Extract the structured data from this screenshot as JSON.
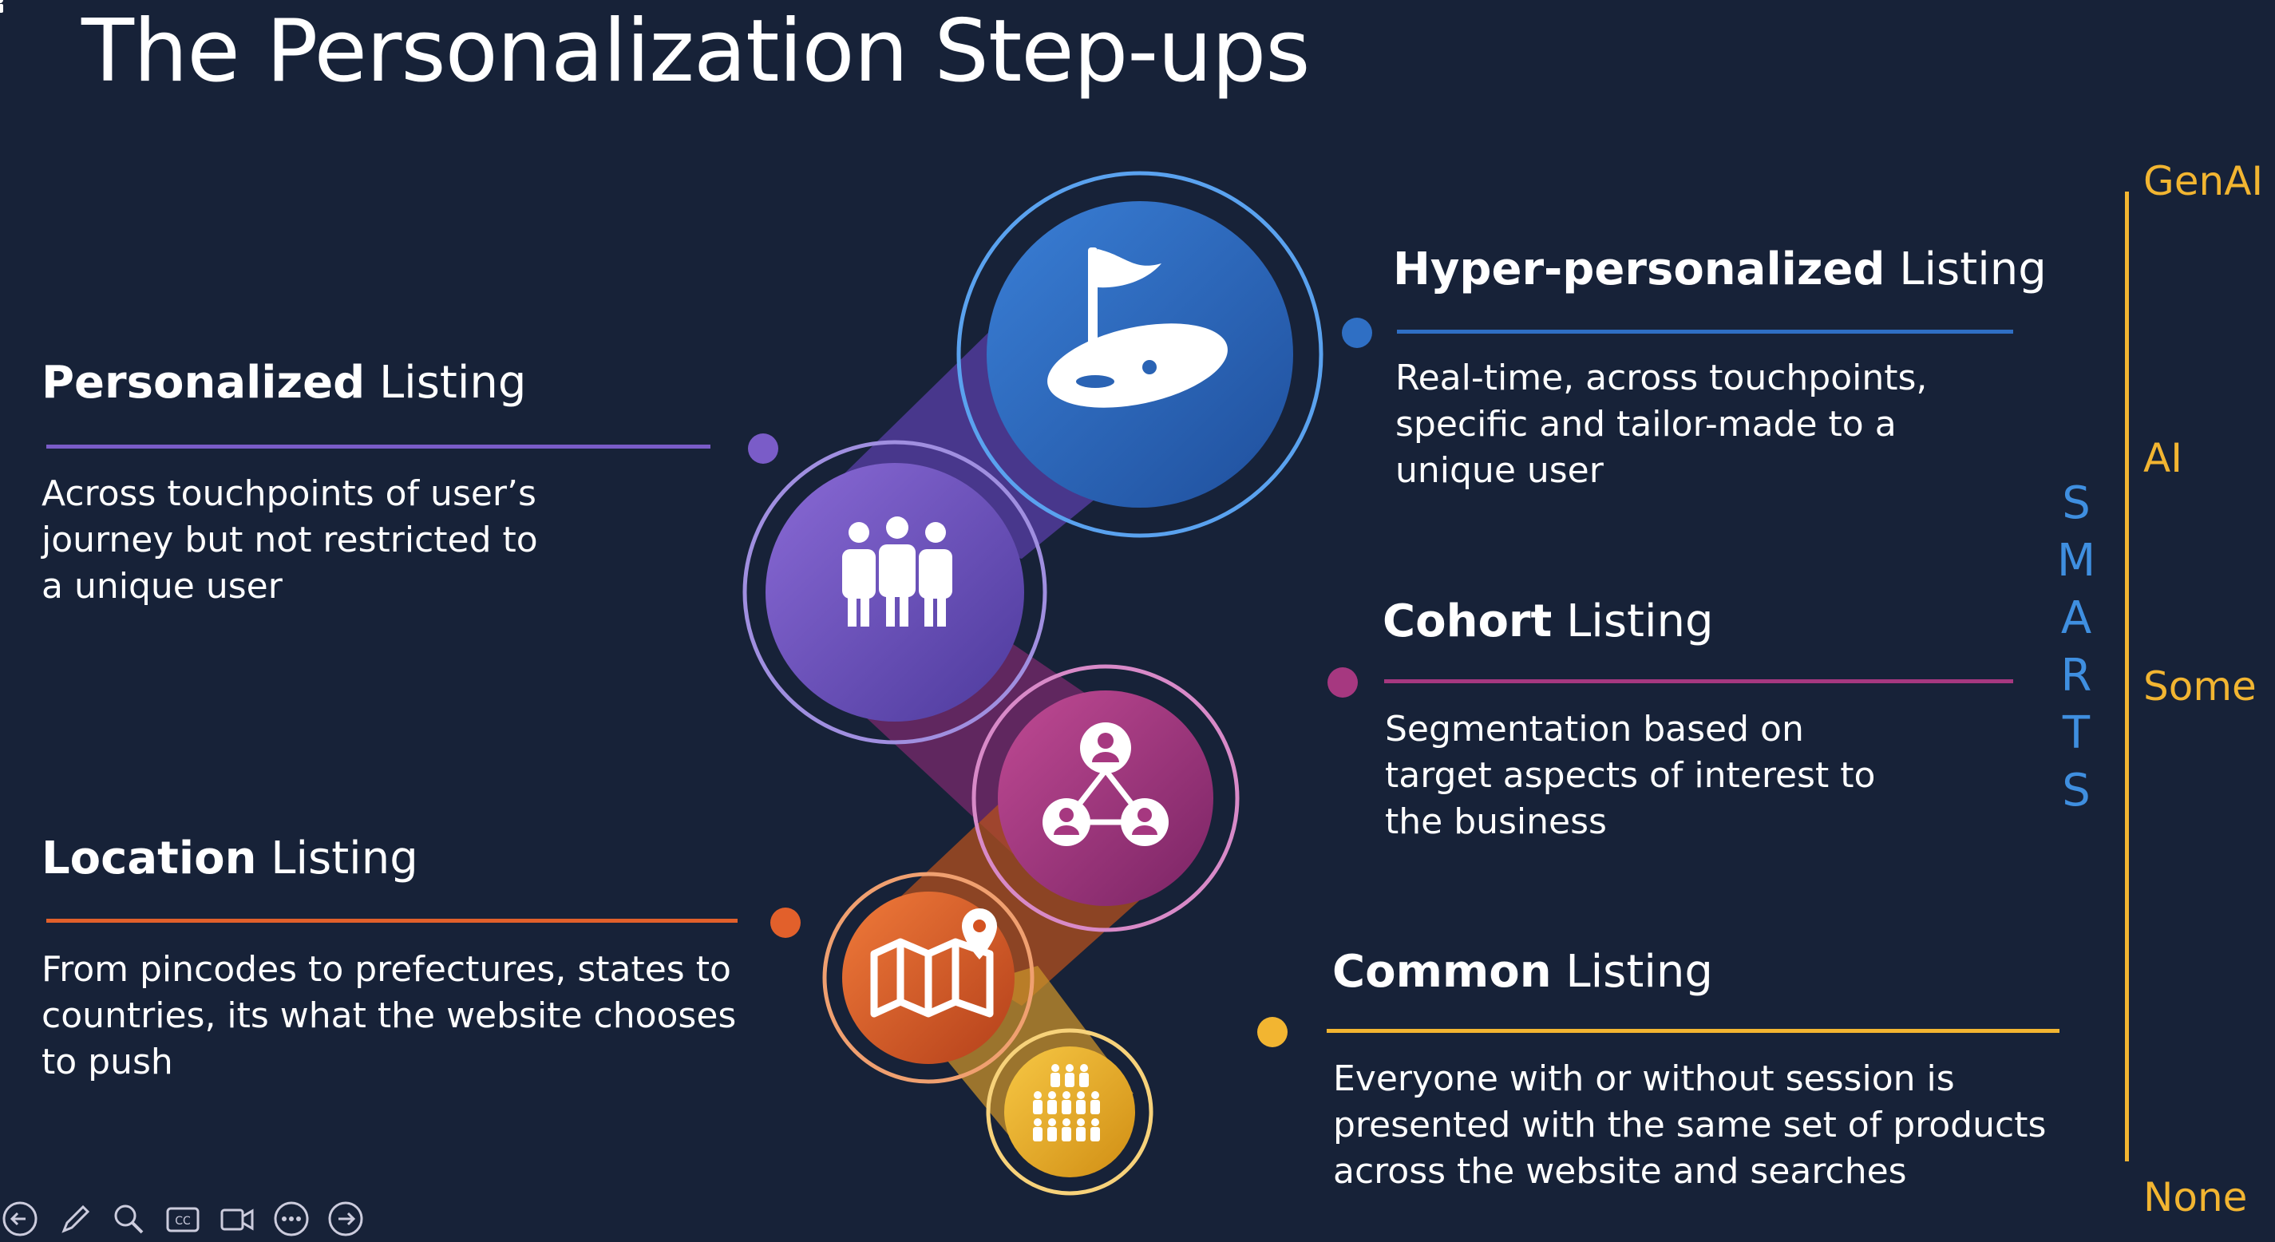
{
  "title": "The Personalization Step-ups",
  "listings": {
    "personalized": {
      "bold": "Personalized",
      "rest": " Listing",
      "lines": [
        "Across touchpoints of user’s",
        "journey but not restricted to",
        "a unique user"
      ]
    },
    "location": {
      "bold": "Location",
      "rest": " Listing",
      "lines": [
        "From pincodes to prefectures, states to",
        "countries, its what the website chooses",
        "to push"
      ]
    },
    "hyper": {
      "bold": "Hyper-personalized",
      "rest": " Listing",
      "lines": [
        "Real-time, across touchpoints,",
        "specific and tailor-made to a",
        "unique user"
      ]
    },
    "cohort": {
      "bold": "Cohort",
      "rest": " Listing",
      "lines": [
        "Segmentation based on",
        "target aspects of interest to",
        "the business"
      ]
    },
    "common": {
      "bold": "Common",
      "rest": " Listing",
      "lines": [
        "Everyone with or without session is",
        "presented with the same set of products",
        "across the website and searches"
      ]
    }
  },
  "smarts": [
    "S",
    "M",
    "A",
    "R",
    "T",
    "S"
  ],
  "scale": [
    "GenAI",
    "AI",
    "Some",
    "None"
  ],
  "colors": {
    "background": "#172238",
    "blue": "#2f6fc4",
    "purple": "#7a5cc8",
    "magenta": "#a63880",
    "orange": "#e2602b",
    "gold": "#f2b531",
    "smarts_blue": "#3f8fe0"
  },
  "icons": {
    "blue": "golf-flag-icon",
    "purple": "group-of-three-people-icon",
    "magenta": "connected-users-network-icon",
    "orange": "map-with-pin-icon",
    "gold": "crowd-of-people-icon"
  },
  "toolbar": [
    "back-arrow-icon",
    "pen-icon",
    "magnifier-icon",
    "captions-icon",
    "video-camera-icon",
    "more-options-icon",
    "forward-arrow-icon"
  ]
}
